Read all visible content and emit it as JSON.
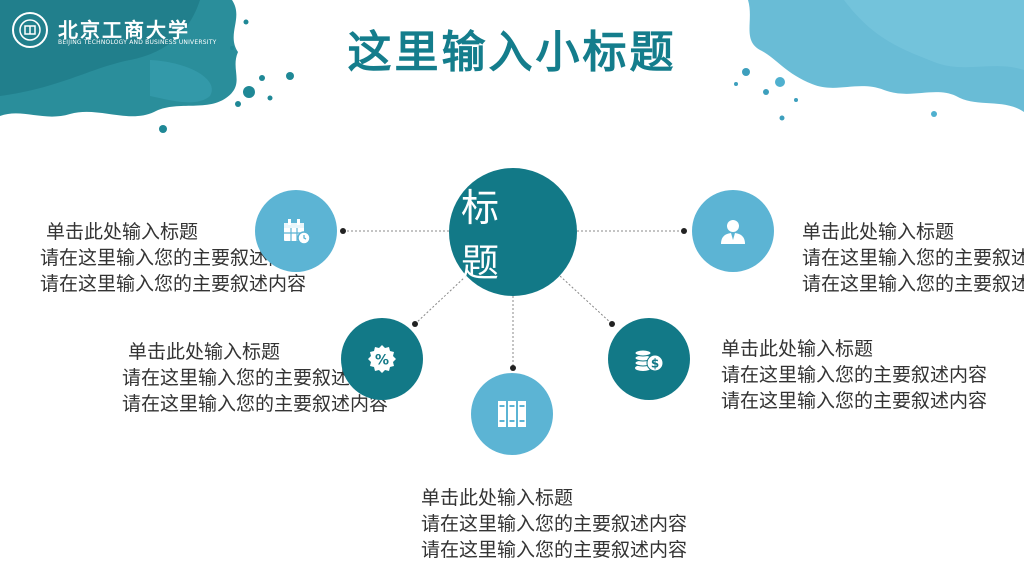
{
  "logo": {
    "name": "北京工商大学",
    "subtitle": "BEIJING TECHNOLOGY AND BUSINESS UNIVERSITY"
  },
  "title": "这里输入小标题",
  "center": {
    "label": "标 题"
  },
  "items": [
    {
      "icon": "calendar-clock-icon",
      "title": "单击此处输入标题",
      "line1": "请在这里输入您的主要叙述内容",
      "line2": "请在这里输入您的主要叙述内容"
    },
    {
      "icon": "percent-badge-icon",
      "title": "单击此处输入标题",
      "line1": "请在这里输入您的主要叙述内容",
      "line2": "请在这里输入您的主要叙述内容"
    },
    {
      "icon": "binders-icon",
      "title": "单击此处输入标题",
      "line1": "请在这里输入您的主要叙述内容",
      "line2": "请在这里输入您的主要叙述内容"
    },
    {
      "icon": "coins-icon",
      "title": "单击此处输入标题",
      "line1": "请在这里输入您的主要叙述内容",
      "line2": "请在这里输入您的主要叙述内容"
    },
    {
      "icon": "user-icon",
      "title": "单击此处输入标题",
      "line1": "请在这里输入您的主要叙述内容",
      "line2": "请在这里输入您的主要叙述内容"
    }
  ],
  "colors": {
    "dark": "#127987",
    "light": "#5cb4d4",
    "text": "#333333"
  }
}
